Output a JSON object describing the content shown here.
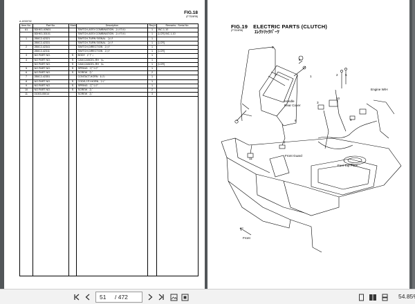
{
  "left_page": {
    "fig_no": "FIG.18",
    "fig_code": "(F7324R8)",
    "model": "A-1E00732",
    "columns": [
      "Item No.",
      "Part No.",
      "Mark",
      "Description",
      "Req'd",
      "Remarks : Serial No."
    ],
    "rows": [
      {
        "item": "A1",
        "part": "5DHK3-40N01",
        "mark": "",
        "desc": "SWITCH,ASSY,COMBINATION",
        "desc_jp": "ｽｲｯﾁｱｯｾﾝ",
        "req": "1",
        "rem": "INC.1-10"
      },
      {
        "item": "",
        "part": "5DHK3-30101",
        "mark": "",
        "desc": "SWITCH,ASSY,COMBINATION",
        "desc_jp": "ｽｲｯﾁｱｯｾﾝ",
        "req": "1",
        "rem": "[LCR] INC.1-10"
      },
      {
        "item": "1",
        "part": "2B0C2-42321",
        "mark": "",
        "desc": "SWITCH,TURN SIGNAL",
        "desc_jp": "ｽｲｯﾁ",
        "req": "1",
        "rem": ""
      },
      {
        "item": "",
        "part": "2B0C2-42331",
        "mark": "",
        "desc": "SWITCH,TURN SIGNAL",
        "desc_jp": "ｽｲｯﾁ",
        "req": "1",
        "rem": "[LCR]"
      },
      {
        "item": "2",
        "part": "2B0C2-42341",
        "mark": "",
        "desc": "SWITCH,DIRECTION",
        "desc_jp": "ｽｲｯﾁ",
        "req": "1",
        "rem": ""
      },
      {
        "item": "",
        "part": "2B0C2-42311",
        "mark": "",
        "desc": "SWITCH,DIRECTION",
        "desc_jp": "ｽｲｯﾁ",
        "req": "1",
        "rem": "[LCR]"
      },
      {
        "item": "3",
        "part": "NO PART NO.",
        "mark": "S",
        "desc": "BODY",
        "desc_jp": "ﾎﾞﾃﾞｨ",
        "req": "1",
        "rem": ""
      },
      {
        "item": "4",
        "part": "NO PART NO.",
        "mark": "S",
        "desc": "CAM,CANCEL,RH",
        "desc_jp": "ｶﾑ",
        "req": "1",
        "rem": ""
      },
      {
        "item": "",
        "part": "NO PART NO.",
        "mark": "S",
        "desc": "CAM,CANCEL,RH",
        "desc_jp": "ｶﾑ",
        "req": "1",
        "rem": "[LCR]"
      },
      {
        "item": "5",
        "part": "NO PART NO.",
        "mark": "S",
        "desc": "SPRING",
        "desc_jp": "ｽﾌﾟﾘﾝｸﾞ",
        "req": "1",
        "rem": ""
      },
      {
        "item": "6",
        "part": "NO PART NO.",
        "mark": "S",
        "desc": "SCREW",
        "desc_jp": "ﾈｼﾞ",
        "req": "2",
        "rem": ""
      },
      {
        "item": "7",
        "part": "2B0C2-42351",
        "mark": "",
        "desc": "CONTACT,HORN",
        "desc_jp": "ｾｯﾃﾝ",
        "req": "1",
        "rem": ""
      },
      {
        "item": "8",
        "part": "NO PART NO.",
        "mark": "S",
        "desc": "CODE,CP+HORN",
        "desc_jp": "ｺｰﾄﾞ",
        "req": "1",
        "rem": ""
      },
      {
        "item": "9",
        "part": "NO PART NO.",
        "mark": "S",
        "desc": "SPRING",
        "desc_jp": "ｽﾌﾟﾘﾝｸﾞ",
        "req": "1",
        "rem": ""
      },
      {
        "item": "10",
        "part": "NO PART NO.",
        "mark": "S",
        "desc": "SCREW",
        "desc_jp": "ﾈｼﾞ",
        "req": "2",
        "rem": ""
      },
      {
        "item": "11",
        "part": "01003-05014",
        "mark": "",
        "desc": "SCREW",
        "desc_jp": "ﾈｼﾞ",
        "req": "3",
        "rem": ""
      }
    ]
  },
  "right_page": {
    "fig_no": "FIG.19",
    "title": "ELECTRIC PARTS (CLUTCH)",
    "code": "(F7324R8)",
    "title_jp": "ｴﾚｸﾄﾘｯｸﾊﾟｰﾂ",
    "callouts": {
      "handle_rear_cover": [
        "Handle",
        "Rear Cover"
      ],
      "engine_wh": "Engine W/H",
      "front_guard": "Front Guard",
      "fuel_top_plate": "Fuel Top Plate",
      "front": "Front"
    },
    "item_numbers": [
      "9",
      "8",
      "1",
      "6",
      "2",
      "5",
      "3",
      "10",
      "4",
      "7",
      "11"
    ]
  },
  "toolbar": {
    "page_current": "51",
    "page_total": "/ 472",
    "zoom": "54.85%"
  },
  "icons": {
    "first": "first-page-icon",
    "prev": "previous-page-icon",
    "next": "next-page-icon",
    "last": "last-page-icon"
  }
}
